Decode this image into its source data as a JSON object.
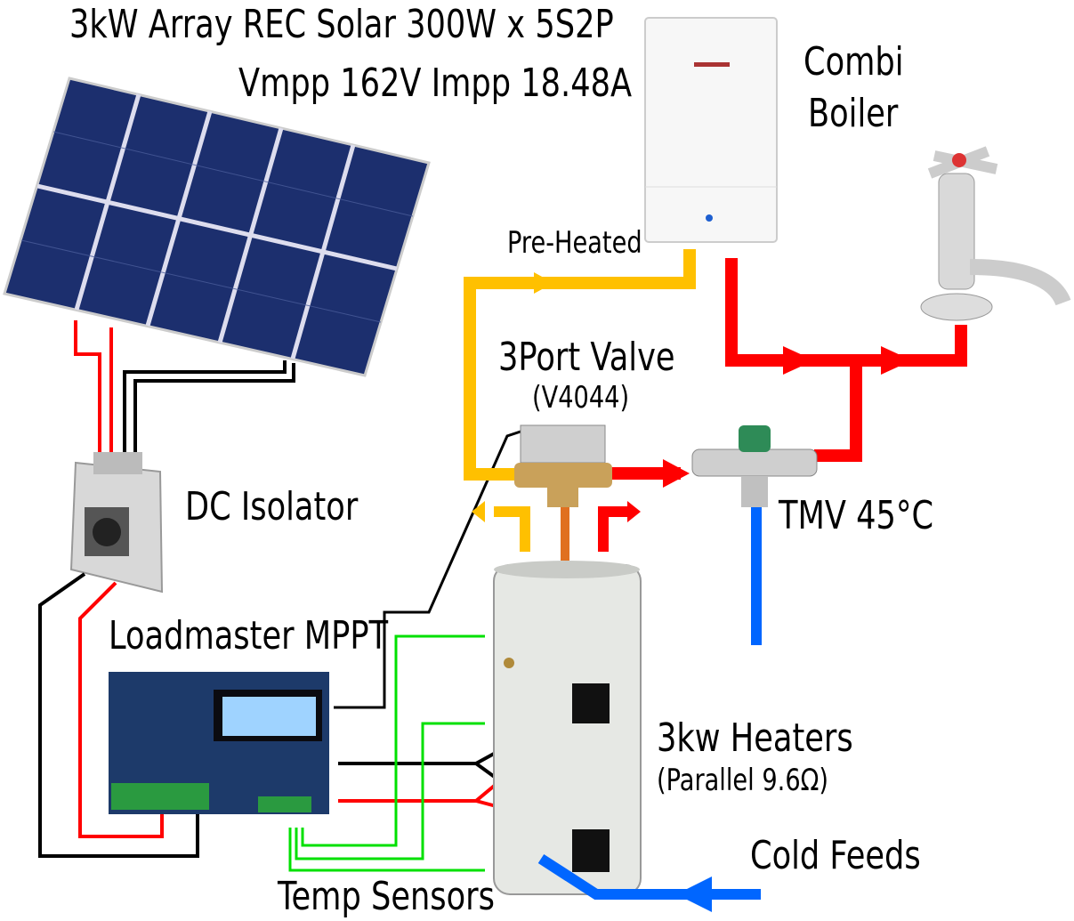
{
  "labels": {
    "array_title": "3kW Array  REC Solar 300W x 5S2P",
    "array_specs": "Vmpp 162V   Impp 18.48A",
    "boiler": [
      "Combi",
      "Boiler"
    ],
    "pre_heated": "Pre-Heated",
    "valve": "3Port Valve",
    "valve_model": "(V4044)",
    "dc_isolator": "DC Isolator",
    "tmv": "TMV 45°C",
    "controller": "Loadmaster MPPT",
    "heaters": "3kw Heaters",
    "heaters_detail": "(Parallel 9.6Ω)",
    "cold_feeds": "Cold Feeds",
    "temp_sensors": "Temp Sensors"
  },
  "colors": {
    "pv_positive": "#ff0000",
    "pv_negative": "#000000",
    "pre_heated_pipe": "#ffc000",
    "hot_pipe": "#ff0000",
    "cold_pipe": "#0066ff",
    "sensor_wire": "#00e000",
    "valve_outlet": "#e07020"
  }
}
